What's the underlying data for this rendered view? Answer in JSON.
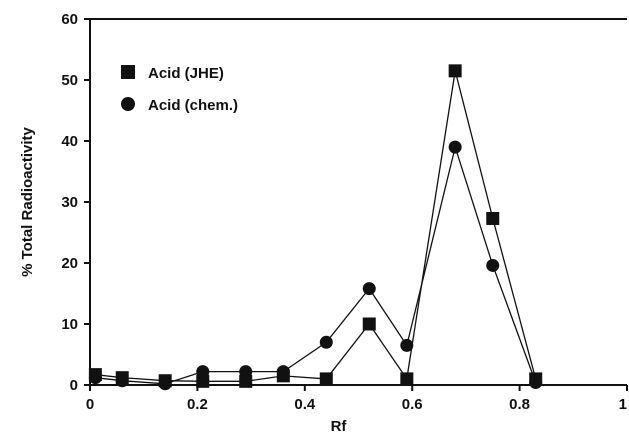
{
  "chart_data": {
    "type": "line",
    "xlabel": "Rf",
    "ylabel": "% Total Radioactivity",
    "xlim": [
      0,
      1
    ],
    "ylim": [
      0,
      60
    ],
    "xticks": [
      {
        "v": 0,
        "label": "0"
      },
      {
        "v": 0.2,
        "label": "0.2"
      },
      {
        "v": 0.4,
        "label": "0.4"
      },
      {
        "v": 0.6,
        "label": "0.6"
      },
      {
        "v": 0.8,
        "label": "0.8"
      },
      {
        "v": 1.0,
        "label": "1"
      }
    ],
    "yticks": [
      {
        "v": 0,
        "label": "0"
      },
      {
        "v": 10,
        "label": "10"
      },
      {
        "v": 20,
        "label": "20"
      },
      {
        "v": 30,
        "label": "30"
      },
      {
        "v": 40,
        "label": "40"
      },
      {
        "v": 50,
        "label": "50"
      },
      {
        "v": 60,
        "label": "60"
      }
    ],
    "grid": false,
    "legend_position": "top-left",
    "color": "#111111",
    "series": [
      {
        "name": "Acid (JHE)",
        "marker": "square",
        "x": [
          0.01,
          0.06,
          0.14,
          0.21,
          0.29,
          0.36,
          0.44,
          0.52,
          0.59,
          0.68,
          0.75,
          0.83
        ],
        "y": [
          1.7,
          1.2,
          0.7,
          0.6,
          0.6,
          1.5,
          1.0,
          10.0,
          1.0,
          51.5,
          27.3,
          1.0
        ]
      },
      {
        "name": "Acid (chem.)",
        "marker": "circle",
        "x": [
          0.01,
          0.06,
          0.14,
          0.21,
          0.29,
          0.36,
          0.44,
          0.52,
          0.59,
          0.68,
          0.75,
          0.83
        ],
        "y": [
          1.2,
          0.7,
          0.2,
          2.2,
          2.2,
          2.2,
          7.0,
          15.8,
          6.5,
          39.0,
          19.6,
          0.4
        ]
      }
    ]
  }
}
